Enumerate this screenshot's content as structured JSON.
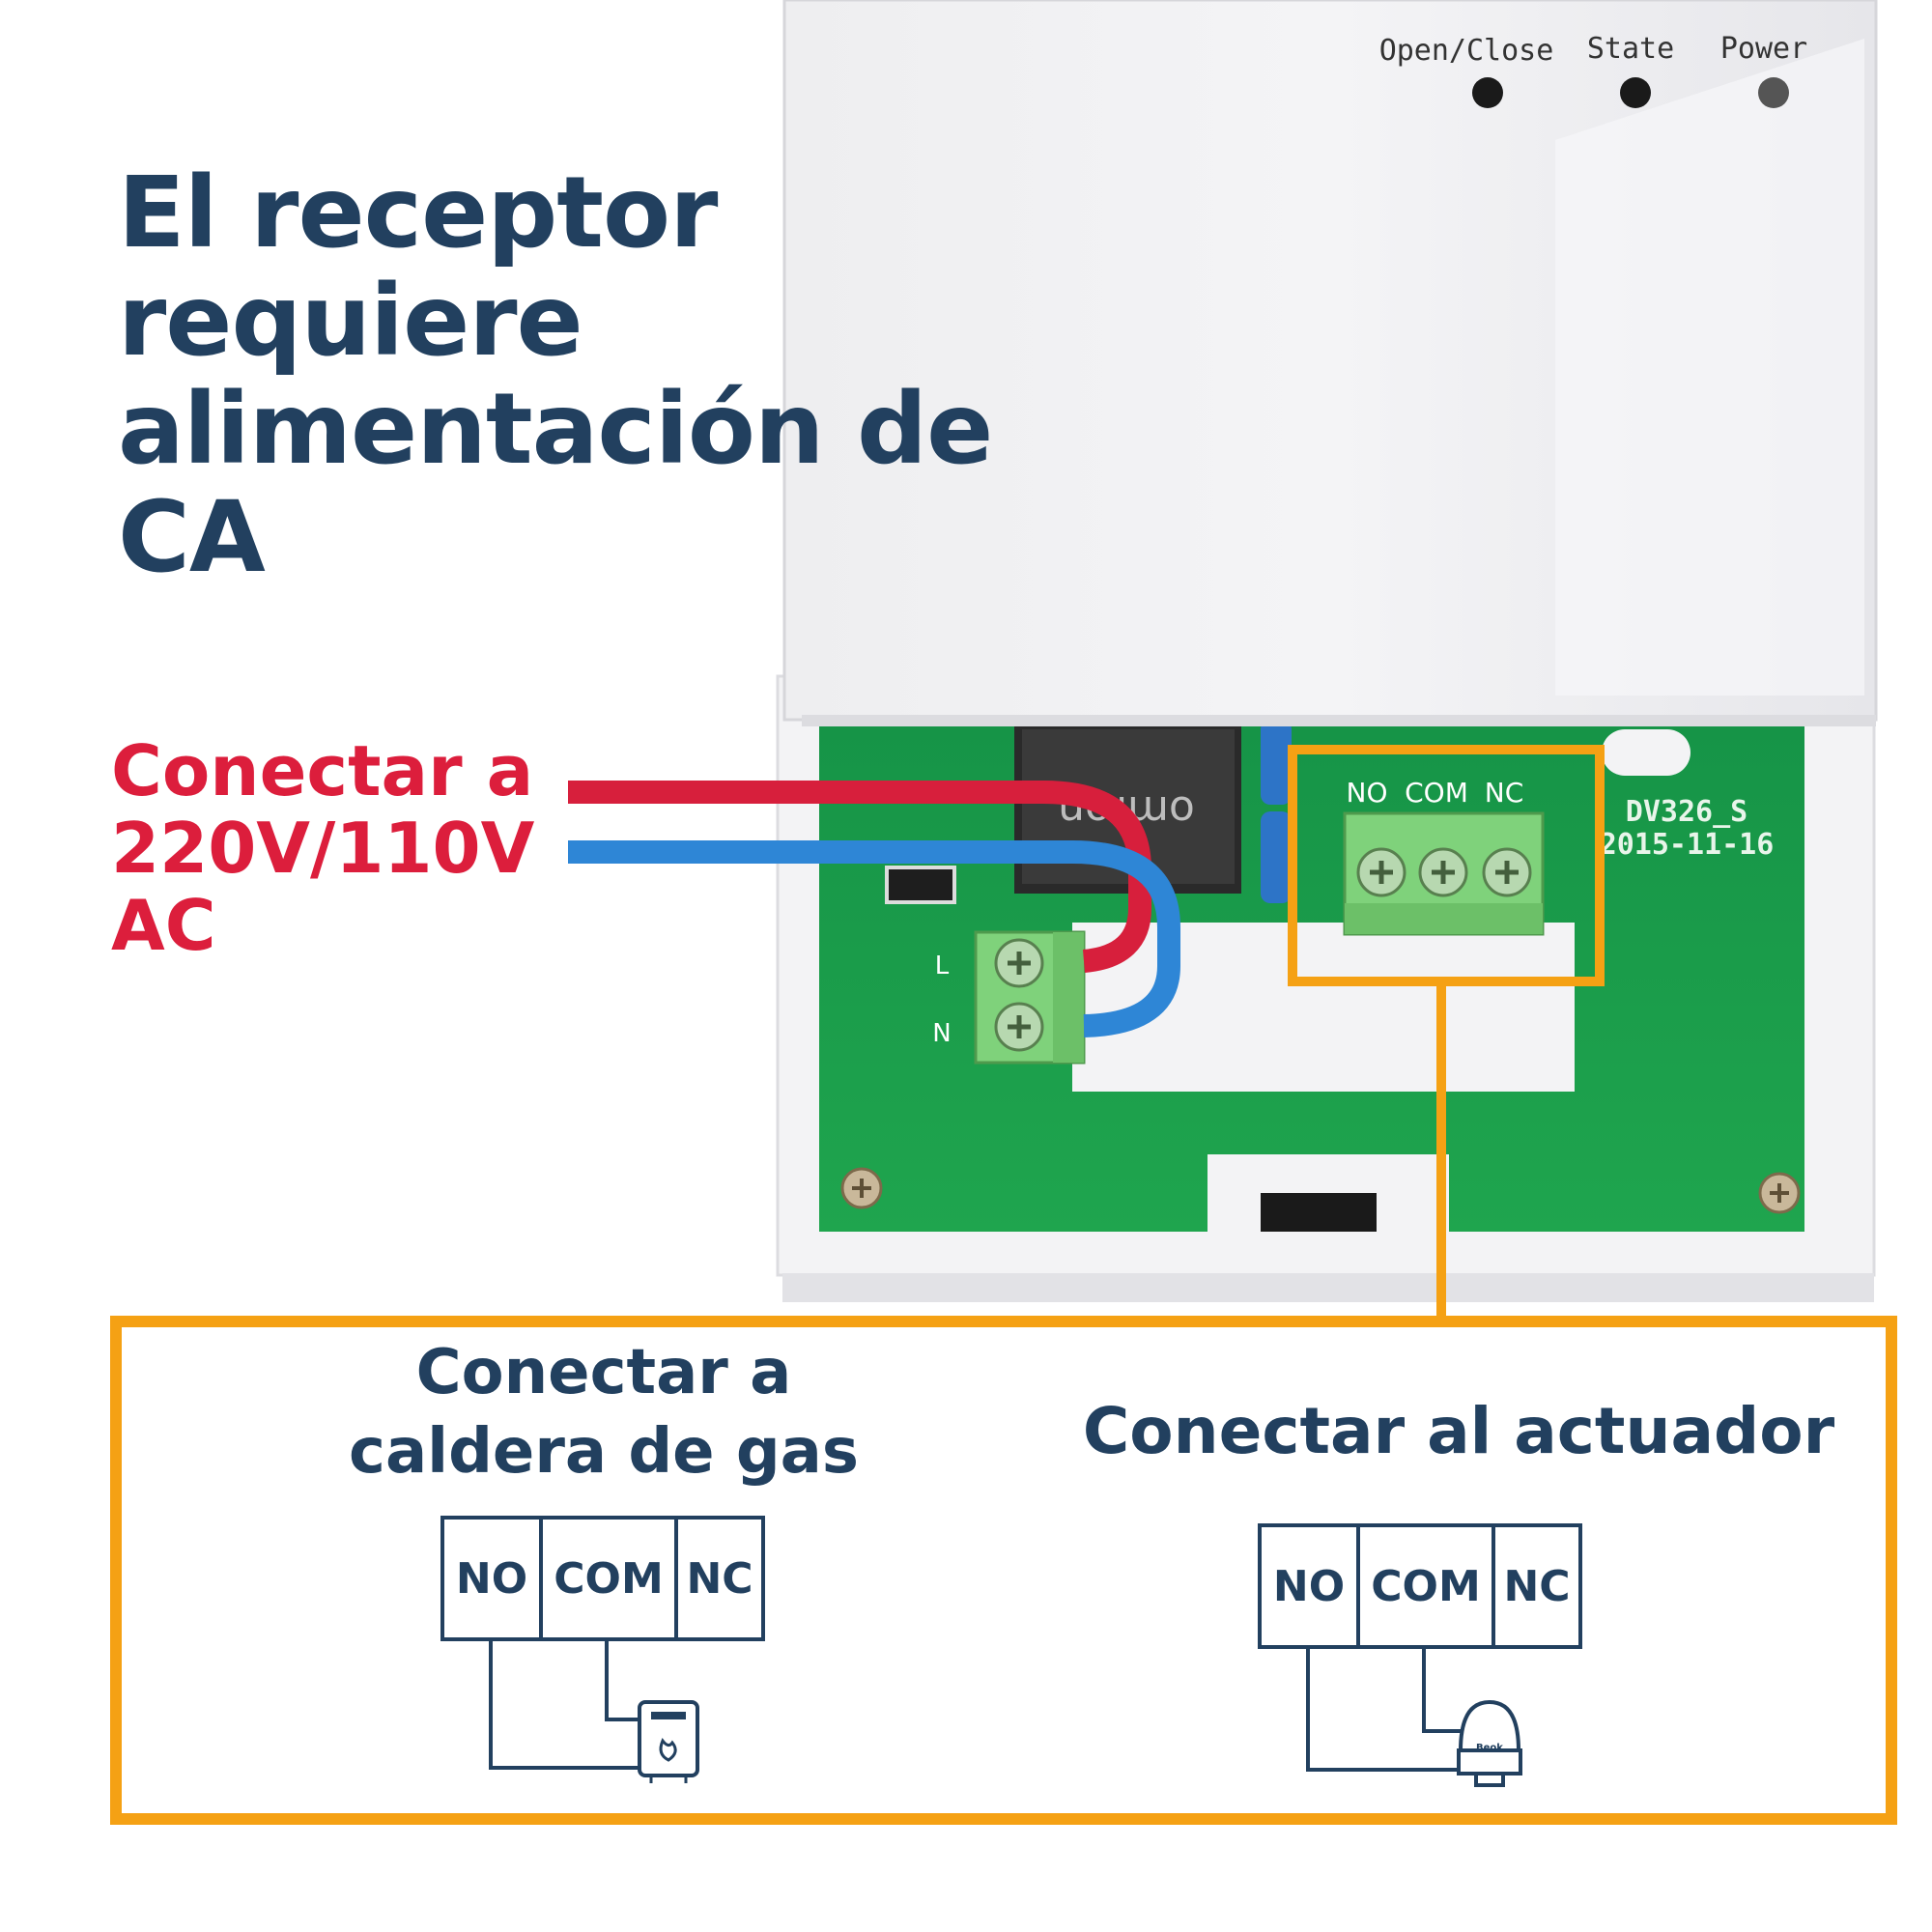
{
  "headline": [
    "El receptor requiere",
    "alimentación de CA"
  ],
  "power": {
    "label": [
      "Conectar a",
      "220V/110V",
      "AC"
    ],
    "wire_colors": {
      "live": "#d71f3c",
      "neutral": "#2e86d6"
    },
    "terminal_labels": {
      "live": "L",
      "neutral": "N"
    }
  },
  "device": {
    "led_labels": [
      "Open/Close",
      "State",
      "Power"
    ],
    "board_id": "DV326_S",
    "board_date": "2015-11-16",
    "relay_terminals": [
      "NO",
      "COM",
      "NC"
    ]
  },
  "gas_boiler": {
    "title": [
      "Conectar a",
      "caldera de gas"
    ],
    "terminals": [
      "NO",
      "COM",
      "NC"
    ]
  },
  "actuator": {
    "title": "Conectar al actuador",
    "terminals": [
      "NO",
      "COM",
      "NC"
    ],
    "brand": "Beok"
  },
  "colors": {
    "navy": "#22405f",
    "red": "#dc1e3c",
    "orange": "#f5a114",
    "pcb": "#1ca04c",
    "terminal_green": "#7fd27b"
  }
}
